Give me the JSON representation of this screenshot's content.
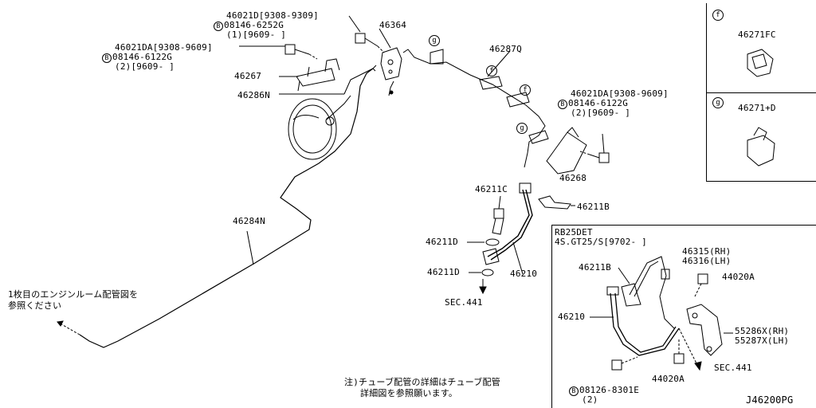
{
  "labels": {
    "p46021D_range": "46021D[9308-9309]",
    "p08146_6252G": "08146-6252G",
    "p08146_6252G_qty": "(1)[9609-     ]",
    "p46364": "46364",
    "p46021DA_range_a": "46021DA[9308-9609]",
    "p08146_6122G_a": "08146-6122G",
    "p08146_6122G_a_qty": "(2)[9609-     ]",
    "p46267": "46267",
    "p46286N": "46286N",
    "p46287Q": "46287Q",
    "p46021DA_range_b": "46021DA[9308-9609]",
    "p08146_6122G_b": "08146-6122G",
    "p08146_6122G_b_qty": "(2)[9609-     ]",
    "p46268": "46268",
    "p46211C": "46211C",
    "p46211B_top": "46211B",
    "p46284N": "46284N",
    "p46211D_a": "46211D",
    "p46211D_b": "46211D",
    "p46210_main": "46210",
    "sec441_main": "SEC.441",
    "note_engine_l1": "1枚目のエンジンルーム配管図を",
    "note_engine_l2": "参照ください",
    "note_tube_l1": "注)チューブ配管の詳細はチューブ配管",
    "note_tube_l2": "詳細図を参照願います。",
    "diagram_code": "J46200PG"
  },
  "callouts": {
    "f": "f",
    "g": "g",
    "b": "B"
  },
  "inset_f": {
    "letter": "f",
    "part": "46271FC"
  },
  "inset_g": {
    "letter": "g",
    "part": "46271+D"
  },
  "rb_box": {
    "title_l1": "RB25DET",
    "title_l2": "4S.GT25/S[9702-     ]",
    "p46211B": "46211B",
    "p46315": "46315(RH)",
    "p46316": "46316(LH)",
    "p44020A_top": "44020A",
    "p46210": "46210",
    "p55286X": "55286X(RH)",
    "p55287X": "55287X(LH)",
    "p44020A_bot": "44020A",
    "sec441": "SEC.441",
    "p08126": "08126-8301E",
    "p08126_qty": "(2)"
  }
}
